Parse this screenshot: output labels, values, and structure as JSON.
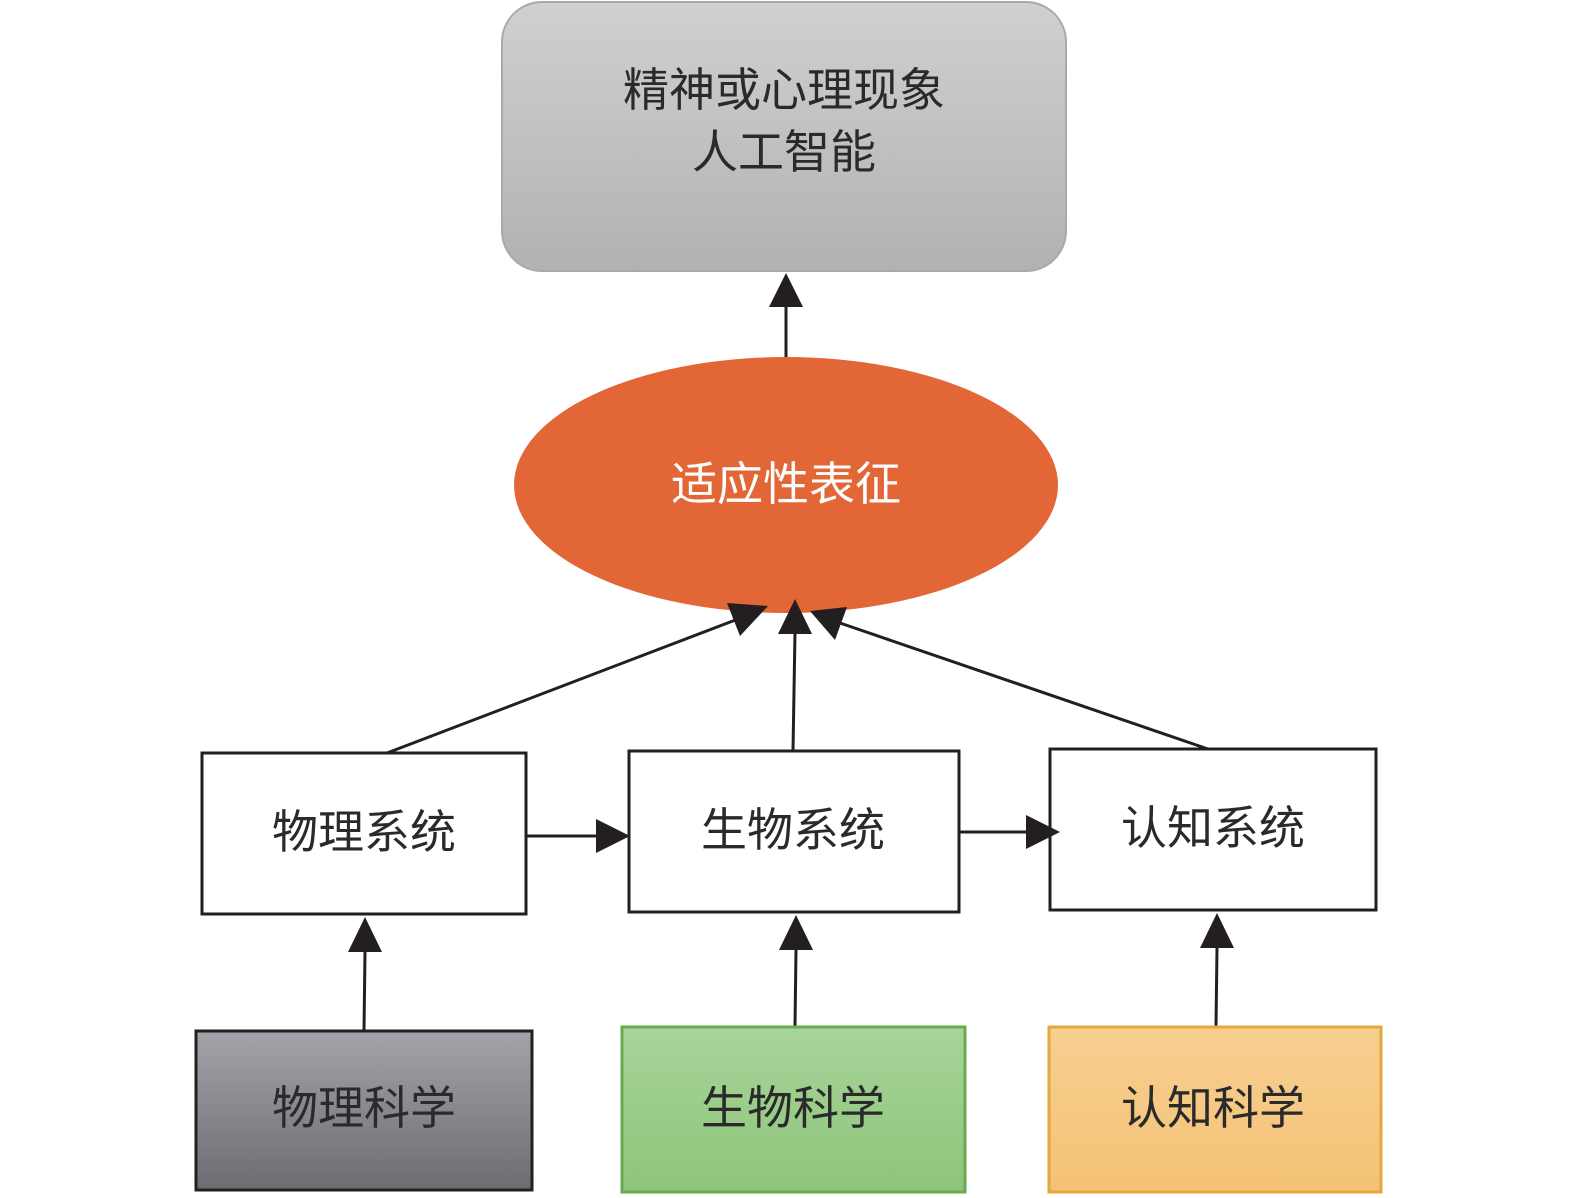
{
  "diagram": {
    "top_node": {
      "line1": "精神或心理现象",
      "line2": "人工智能"
    },
    "center_node": {
      "label": "适应性表征"
    },
    "systems": [
      {
        "label": "物理系统"
      },
      {
        "label": "生物系统"
      },
      {
        "label": "认知系统"
      }
    ],
    "sciences": [
      {
        "label": "物理科学"
      },
      {
        "label": "生物科学"
      },
      {
        "label": "认知科学"
      }
    ],
    "colors": {
      "top_node_fill_top": "#cfcfcf",
      "top_node_fill_bottom": "#b3b3b3",
      "top_node_border": "#a7a7a7",
      "center_node_fill": "#e36636",
      "system_fill": "#ffffff",
      "system_border": "#231f20",
      "physics_fill_top": "#a0a2a7",
      "physics_fill_bottom": "#6d6f74",
      "biology_fill_top": "#a6d498",
      "biology_fill_bottom": "#8ec57a",
      "biology_border": "#6aaa4f",
      "cognition_fill_top": "#f7cd8e",
      "cognition_fill_bottom": "#f3c478",
      "cognition_border": "#e3a93c",
      "arrow": "#231f20"
    }
  }
}
